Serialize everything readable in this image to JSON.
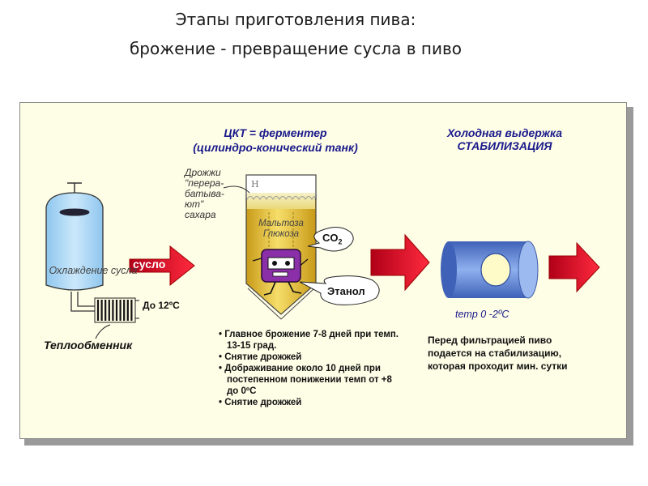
{
  "title": {
    "line1": "Этапы приготовления пива:",
    "line2": "брожение - превращение сусла в пиво"
  },
  "cooling": {
    "label": "Охлаждение сусла",
    "wort_label": "сусло",
    "temp_label": "До 12ºС",
    "exchanger_label": "Теплообменник"
  },
  "fermenter": {
    "title_line1": "ЦКТ = ферментер",
    "title_line2": "(цилиндро-конический танк)",
    "yeast_note": "Дрожжи \"перера-батыва-ют\" сахара",
    "tank_mark": "H",
    "sugars": "Мальтоза Глюкоза",
    "co2": "CO",
    "co2_sub": "2",
    "ethanol": "Этанол",
    "steps": [
      "Главное брожение 7-8 дней при темп. 13-15 град.",
      "Снятие дрожжей",
      "Дображивание около 10 дней при постепенном понижении темп от +8 до 0ºС",
      "Снятие дрожжей"
    ]
  },
  "stabilization": {
    "title_line1": "Холодная выдержка",
    "title_line2": "СТАБИЛИЗАЦИЯ",
    "temp": "temp 0 -2ºC",
    "description": "Перед фильтрацией пиво подается на стабилизацию, которая проходит мин. сутки"
  },
  "colors": {
    "arrow_red": "#e8102c",
    "tank_blue": "#a9d6f5",
    "beer_gold": "#d9b52c",
    "cylinder_blue": "#5f86d6",
    "title_blue": "#1a1a8c"
  }
}
